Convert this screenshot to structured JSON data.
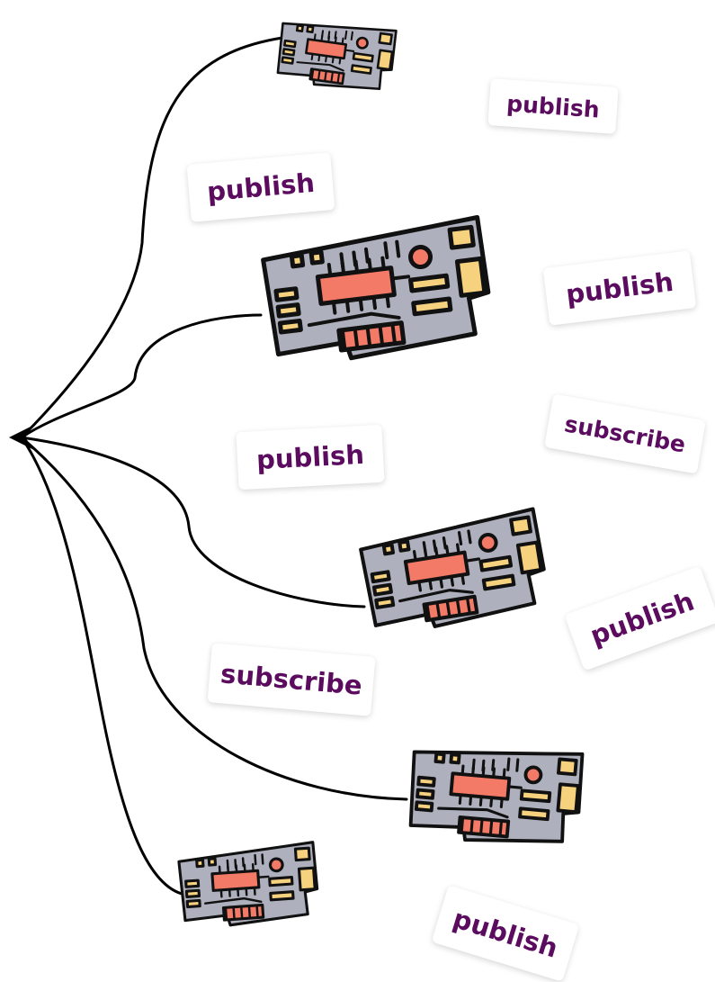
{
  "diagram": {
    "hub": {
      "icon": "arrowhead-icon"
    },
    "devices": [
      {
        "icon": "circuit-board-icon"
      },
      {
        "icon": "circuit-board-icon"
      },
      {
        "icon": "circuit-board-icon"
      },
      {
        "icon": "circuit-board-icon"
      },
      {
        "icon": "circuit-board-icon"
      }
    ],
    "message_tags": [
      {
        "label": "publish"
      },
      {
        "label": "publish"
      },
      {
        "label": "publish"
      },
      {
        "label": "publish"
      },
      {
        "label": "subscribe"
      },
      {
        "label": "publish"
      },
      {
        "label": "subscribe"
      },
      {
        "label": "publish"
      }
    ],
    "colors": {
      "board": "#aeb1bd",
      "outline": "#111111",
      "chip": "#f27a67",
      "pad": "#f7d27e",
      "label_text": "#5b0c5f",
      "connector": "#000000"
    }
  }
}
